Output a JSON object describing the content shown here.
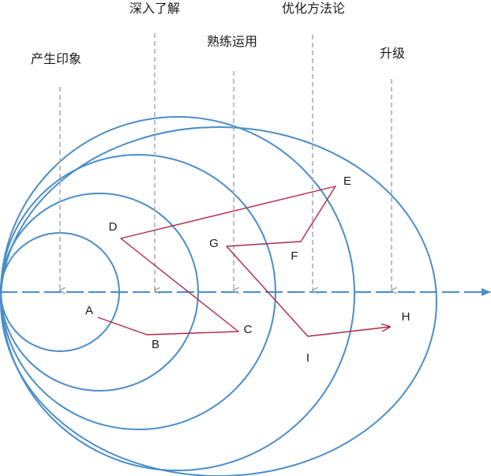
{
  "stages": [
    {
      "id": "impression",
      "label": "产生印象"
    },
    {
      "id": "understand",
      "label": "深入了解"
    },
    {
      "id": "proficient",
      "label": "熟练运用"
    },
    {
      "id": "optimize",
      "label": "优化方法论"
    },
    {
      "id": "upgrade",
      "label": "升级"
    }
  ],
  "points": [
    {
      "id": "A",
      "label": "A"
    },
    {
      "id": "B",
      "label": "B"
    },
    {
      "id": "C",
      "label": "C"
    },
    {
      "id": "D",
      "label": "D"
    },
    {
      "id": "E",
      "label": "E"
    },
    {
      "id": "F",
      "label": "F"
    },
    {
      "id": "G",
      "label": "G"
    },
    {
      "id": "I",
      "label": "I"
    },
    {
      "id": "H",
      "label": "H"
    }
  ],
  "path_order": [
    "A",
    "B",
    "C",
    "D",
    "E",
    "F",
    "G",
    "I",
    "H"
  ],
  "colors": {
    "rings": "#4a8ec9",
    "axis": "#4a8ec9",
    "drop_lines": "#a8a8a8",
    "path": "#b0284a",
    "text": "#1a1a1a"
  }
}
